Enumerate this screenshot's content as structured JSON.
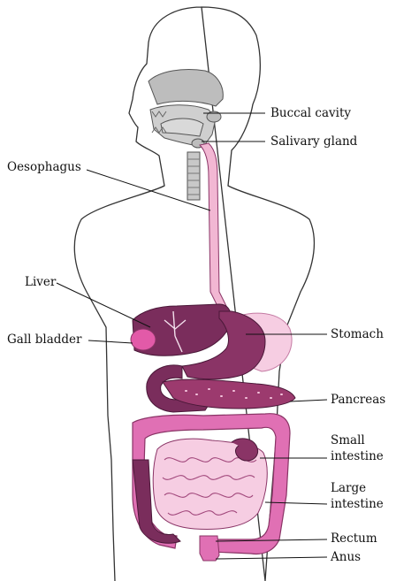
{
  "labels": {
    "buccal_cavity": "Buccal cavity",
    "salivary_gland": "Salivary gland",
    "oesophagus": "Oesophagus",
    "liver": "Liver",
    "gall_bladder": "Gall bladder",
    "stomach": "Stomach",
    "pancreas": "Pancreas",
    "small_intestine_1": "Small",
    "small_intestine_2": "intestine",
    "large_intestine_1": "Large",
    "large_intestine_2": "intestine",
    "rectum": "Rectum",
    "anus": "Anus"
  },
  "colors": {
    "outline": "#333333",
    "head_gray": "#bdbdbd",
    "oesophagus_pink": "#f2b7d3",
    "liver_purple": "#7a2d5c",
    "stomach_purple": "#8a3466",
    "gall_bladder": "#e25aa8",
    "pancreas": "#9c3a6e",
    "small_intestine": "#f6cde2",
    "large_intestine": "#e070b4"
  }
}
